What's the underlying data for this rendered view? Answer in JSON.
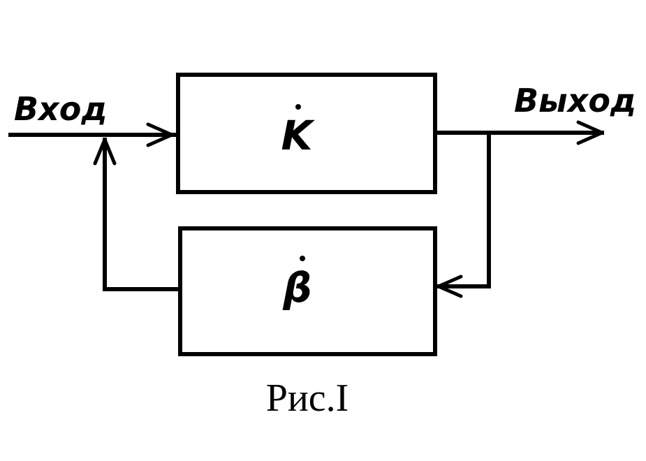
{
  "labels": {
    "input": "Вход",
    "output": "Выход",
    "forward_block": "K",
    "feedback_block": "β",
    "caption": "Рис.I"
  }
}
